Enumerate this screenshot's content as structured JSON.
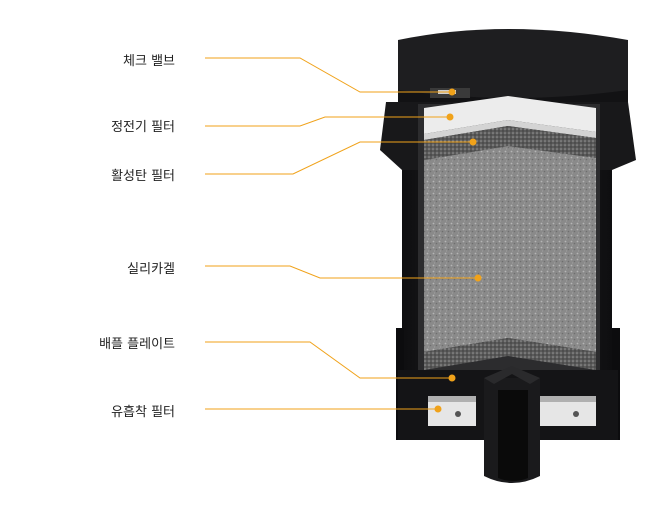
{
  "labels": {
    "check_valve": "체크 밸브",
    "electrostatic_filter": "정전기 필터",
    "carbon_filter": "활성탄 필터",
    "silica_gel": "실리카겔",
    "baffle_plate": "배플 플레이트",
    "adsorption_filter": "유흡착 필터"
  },
  "colors": {
    "callout": "#f0a21a",
    "label_text": "#222222",
    "housing": "#1c1c1e"
  }
}
